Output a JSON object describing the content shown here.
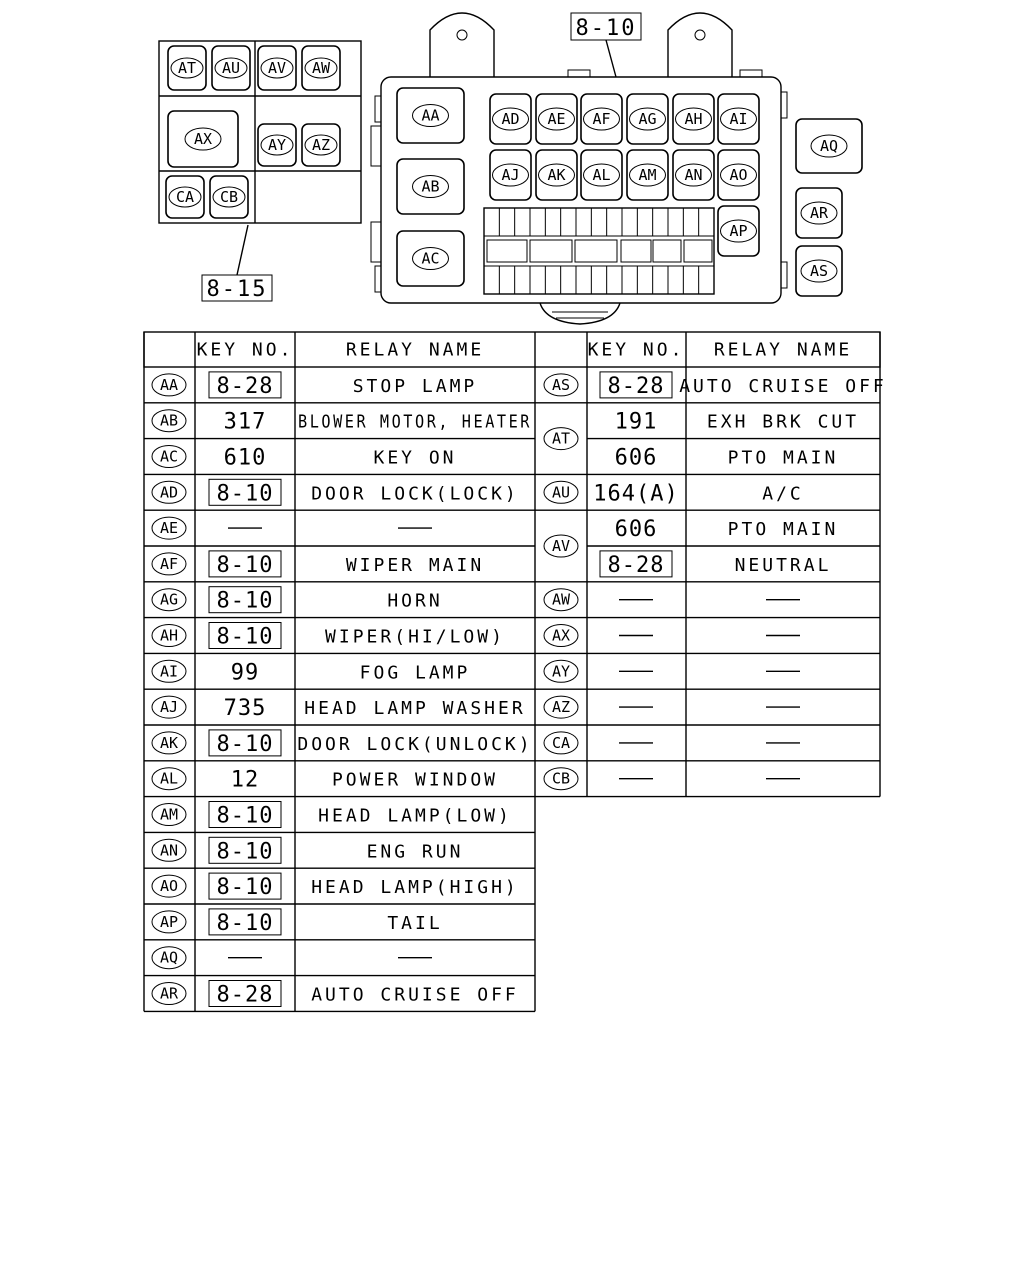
{
  "diagram": {
    "ref_main": "8-10",
    "ref_sub": "8-15",
    "sub_block": {
      "row1": [
        "AT",
        "AU",
        "AV",
        "AW"
      ],
      "big": "AX",
      "pair": [
        "AY",
        "AZ"
      ],
      "bottom": [
        "CA",
        "CB"
      ]
    },
    "main_block": {
      "left_column": [
        "AA",
        "AB",
        "AC"
      ],
      "top_row": [
        "AD",
        "AE",
        "AF",
        "AG",
        "AH",
        "AI"
      ],
      "second_row": [
        "AJ",
        "AK",
        "AL",
        "AM",
        "AN",
        "AO"
      ],
      "right_slot": "AP"
    },
    "side_relays": [
      "AQ",
      "AR",
      "AS"
    ]
  },
  "table": {
    "headers": {
      "key": "KEY NO.",
      "relay": "RELAY NAME"
    },
    "left_rows": [
      {
        "code": "AA",
        "key": "8-28",
        "boxed": true,
        "name": "STOP LAMP"
      },
      {
        "code": "AB",
        "key": "317",
        "boxed": false,
        "name": "BLOWER MOTOR, HEATER"
      },
      {
        "code": "AC",
        "key": "610",
        "boxed": false,
        "name": "KEY ON"
      },
      {
        "code": "AD",
        "key": "8-10",
        "boxed": true,
        "name": "DOOR LOCK(LOCK)"
      },
      {
        "code": "AE",
        "key": "—",
        "boxed": false,
        "name": "—"
      },
      {
        "code": "AF",
        "key": "8-10",
        "boxed": true,
        "name": "WIPER MAIN"
      },
      {
        "code": "AG",
        "key": "8-10",
        "boxed": true,
        "name": "HORN"
      },
      {
        "code": "AH",
        "key": "8-10",
        "boxed": true,
        "name": "WIPER(HI/LOW)"
      },
      {
        "code": "AI",
        "key": "99",
        "boxed": false,
        "name": "FOG LAMP"
      },
      {
        "code": "AJ",
        "key": "735",
        "boxed": false,
        "name": "HEAD LAMP WASHER"
      },
      {
        "code": "AK",
        "key": "8-10",
        "boxed": true,
        "name": "DOOR LOCK(UNLOCK)"
      },
      {
        "code": "AL",
        "key": "12",
        "boxed": false,
        "name": "POWER WINDOW"
      },
      {
        "code": "AM",
        "key": "8-10",
        "boxed": true,
        "name": "HEAD LAMP(LOW)"
      },
      {
        "code": "AN",
        "key": "8-10",
        "boxed": true,
        "name": "ENG RUN"
      },
      {
        "code": "AO",
        "key": "8-10",
        "boxed": true,
        "name": "HEAD LAMP(HIGH)"
      },
      {
        "code": "AP",
        "key": "8-10",
        "boxed": true,
        "name": "TAIL"
      },
      {
        "code": "AQ",
        "key": "—",
        "boxed": false,
        "name": "—"
      },
      {
        "code": "AR",
        "key": "8-28",
        "boxed": true,
        "name": "AUTO CRUISE OFF"
      }
    ],
    "right_codes": [
      {
        "code": "AS",
        "span": 1
      },
      {
        "code": "AT",
        "span": 2
      },
      {
        "code": "AU",
        "span": 1
      },
      {
        "code": "AV",
        "span": 2
      },
      {
        "code": "AW",
        "span": 1
      },
      {
        "code": "AX",
        "span": 1
      },
      {
        "code": "AY",
        "span": 1
      },
      {
        "code": "AZ",
        "span": 1
      },
      {
        "code": "CA",
        "span": 1
      },
      {
        "code": "CB",
        "span": 1
      }
    ],
    "right_rows": [
      {
        "key": "8-28",
        "boxed": true,
        "name": "AUTO CRUISE OFF"
      },
      {
        "key": "191",
        "boxed": false,
        "name": "EXH BRK CUT"
      },
      {
        "key": "606",
        "boxed": false,
        "name": "PTO MAIN"
      },
      {
        "key": "164(A)",
        "boxed": false,
        "name": "A/C"
      },
      {
        "key": "606",
        "boxed": false,
        "name": "PTO MAIN"
      },
      {
        "key": "8-28",
        "boxed": true,
        "name": "NEUTRAL"
      },
      {
        "key": "—",
        "boxed": false,
        "name": "—"
      },
      {
        "key": "—",
        "boxed": false,
        "name": "—"
      },
      {
        "key": "—",
        "boxed": false,
        "name": "—"
      },
      {
        "key": "—",
        "boxed": false,
        "name": "—"
      },
      {
        "key": "—",
        "boxed": false,
        "name": "—"
      },
      {
        "key": "—",
        "boxed": false,
        "name": "—"
      }
    ]
  }
}
